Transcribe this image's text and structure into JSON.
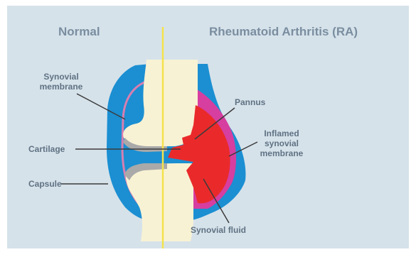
{
  "headings": {
    "normal": "Normal",
    "ra": "Rheumatoid Arthritis (RA)"
  },
  "labels": {
    "synovial_membrane_1": "Synovial",
    "synovial_membrane_2": "membrane",
    "pannus": "Pannus",
    "inflamed_1": "Inflamed",
    "inflamed_2": "synovial",
    "inflamed_3": "membrane",
    "cartilage": "Cartilage",
    "capsule": "Capsule",
    "synovial_fluid": "Synovial fluid"
  },
  "colors": {
    "background": "#d6e2ea",
    "capsule": "#1b8fd2",
    "synovial_membrane_normal": "#d77fb0",
    "synovial_membrane_inflamed": "#d63ea0",
    "bone": "#f8f2d4",
    "cartilage": "#a9a9a9",
    "pannus": "#ea2a2a",
    "divider": "#f4e34a",
    "label_text": "#5f7283",
    "heading_text": "#7a8ea0",
    "leader_line": "#3b3b3b"
  }
}
